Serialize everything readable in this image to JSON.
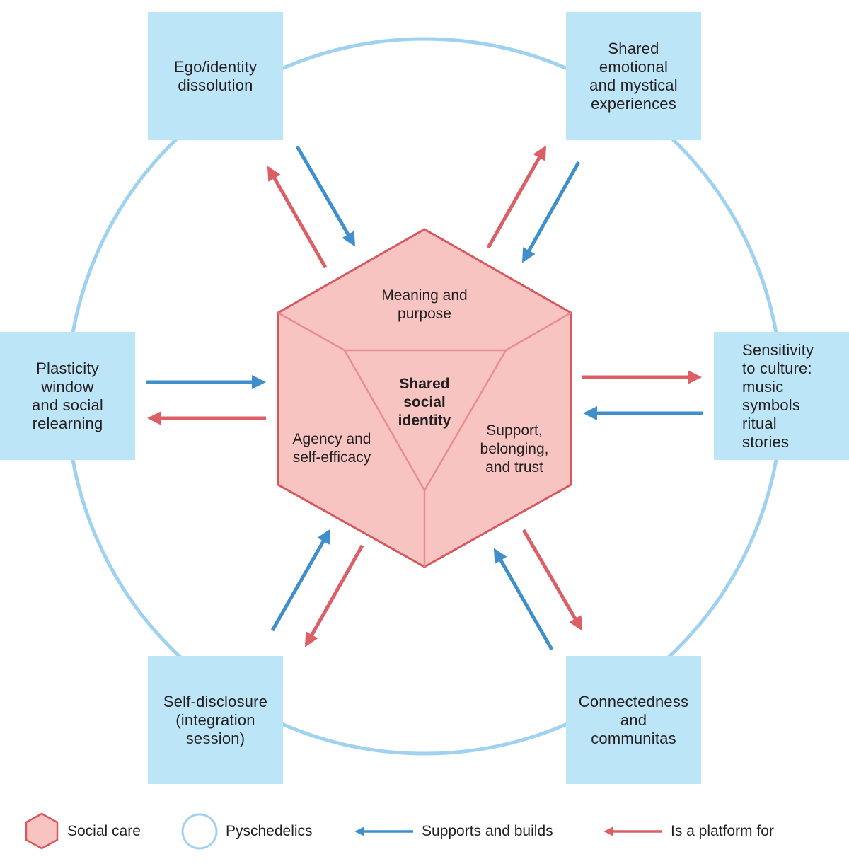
{
  "boxes": {
    "ego": "Ego/identity\ndissolution",
    "shared_emotional": "Shared\nemotional\nand mystical\nexperiences",
    "plasticity": "Plasticity\nwindow\nand social\nrelearning",
    "sensitivity": "Sensitivity\nto culture:\nmusic\nsymbols\nritual\nstories",
    "self_disclosure": "Self-disclosure\n(integration\nsession)",
    "connectedness": "Connectedness\nand\ncommunitas"
  },
  "hexagon": {
    "top_face": "Meaning and\npurpose",
    "left_face": "Agency and\nself-efficacy",
    "right_face": "Support,\nbelonging,\nand trust",
    "center": "Shared\nsocial\nidentity"
  },
  "legend": {
    "social_care": "Social care",
    "psychedelics": "Pyschedelics",
    "supports": "Supports and builds",
    "platform": "Is a platform for"
  },
  "colors": {
    "blue_arrow": "#3f8fcd",
    "red_arrow": "#db5f65",
    "box_fill": "#bde5f8",
    "circle_stroke": "#9fd2f0",
    "hex_fill": "#f8c4c2",
    "hex_stroke": "#d9585d"
  }
}
